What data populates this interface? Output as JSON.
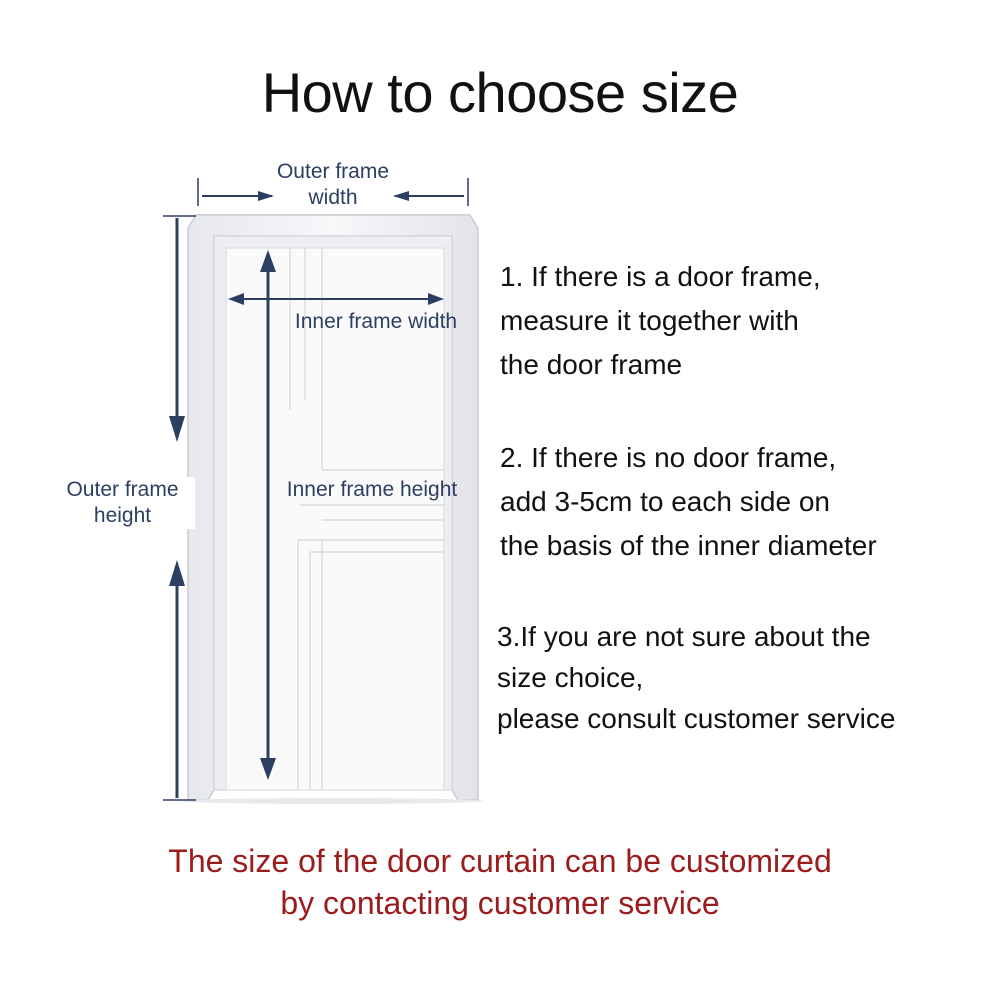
{
  "title": "How to choose size",
  "diagram_labels": {
    "outer_width": [
      "Outer frame",
      "width"
    ],
    "outer_height": [
      "Outer frame",
      "height"
    ],
    "inner_width": "Inner frame width",
    "inner_height": "Inner frame height"
  },
  "instructions": [
    [
      "1. If there is a door frame,",
      "measure it together with",
      "the door frame"
    ],
    [
      "2. If there is no door frame,",
      "add 3-5cm to each side on",
      "the basis of the inner diameter"
    ],
    [
      "3.If you are not sure about the",
      "size choice,",
      "please consult customer service"
    ]
  ],
  "footer": [
    "The size of the door curtain can be customized",
    "by contacting customer service"
  ],
  "colors": {
    "arrow": "#2d3e63",
    "footer_text": "#9b1c1c",
    "door_frame": "#f4f5f7",
    "door_panel": "#fafafb"
  }
}
